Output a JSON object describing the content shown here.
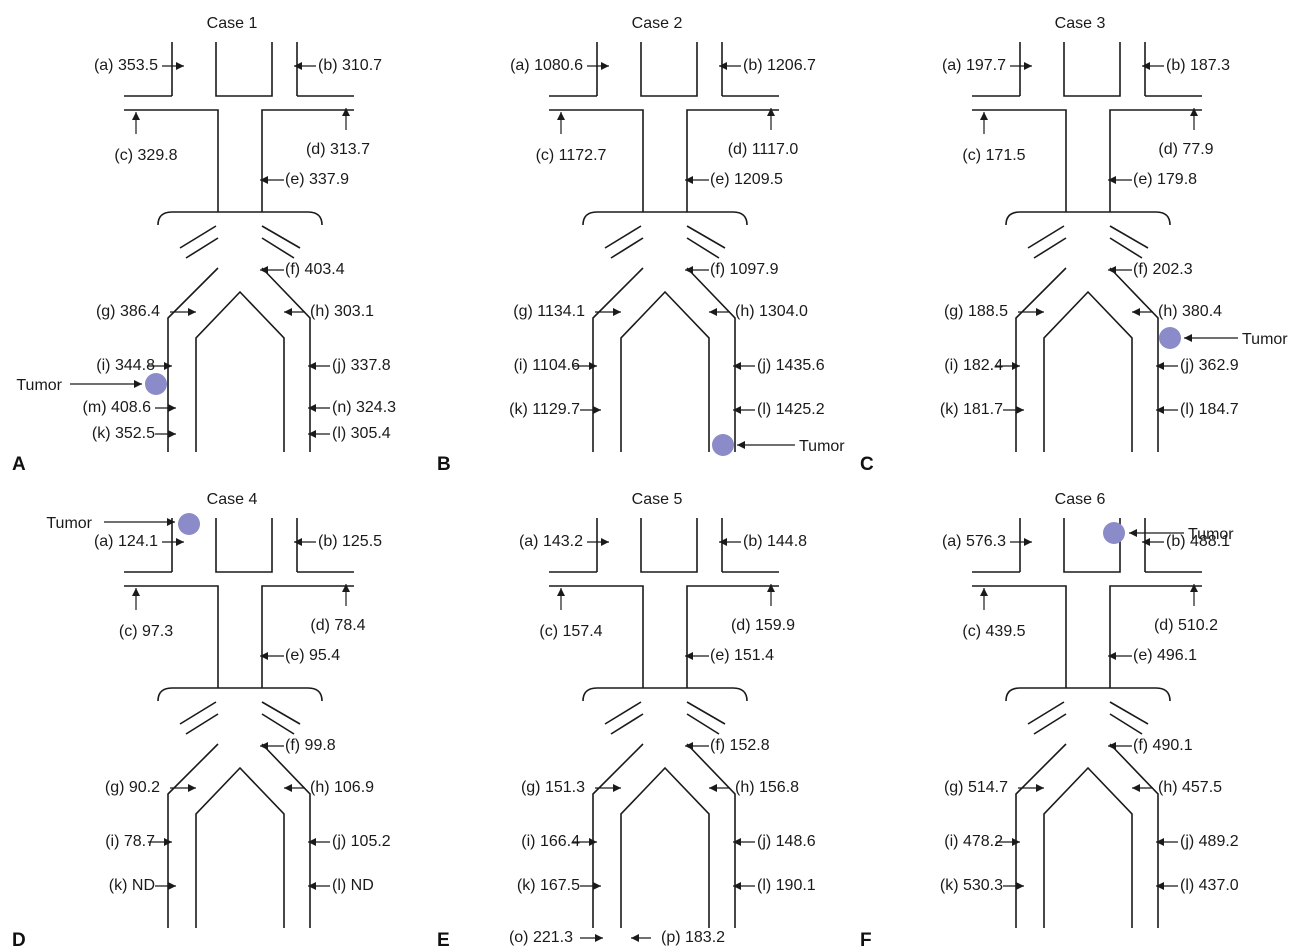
{
  "tumor_label": "Tumor",
  "tumor_color": "#8a8bc8",
  "panels": [
    {
      "letter": "A",
      "title": "Case 1",
      "tumor_at": "m-left",
      "labels": {
        "a": "(a) 353.5",
        "b": "(b) 310.7",
        "c": "(c) 329.8",
        "d": "(d) 313.7",
        "e": "(e) 337.9",
        "f": "(f) 403.4",
        "g": "(g) 386.4",
        "h": "(h) 303.1",
        "i": "(i) 344.8",
        "j": "(j) 337.8",
        "m": "(m) 408.6",
        "n": "(n) 324.3",
        "k": "(k) 352.5",
        "l": "(l) 305.4"
      }
    },
    {
      "letter": "B",
      "title": "Case 2",
      "tumor_at": "right-bottom",
      "labels": {
        "a": "(a) 1080.6",
        "b": "(b) 1206.7",
        "c": "(c) 1172.7",
        "d": "(d) 1117.0",
        "e": "(e) 1209.5",
        "f": "(f) 1097.9",
        "g": "(g) 1134.1",
        "h": "(h) 1304.0",
        "i": "(i) 1104.6",
        "j": "(j) 1435.6",
        "k": "(k) 1129.7",
        "l": "(l) 1425.2"
      }
    },
    {
      "letter": "C",
      "title": "Case 3",
      "tumor_at": "right-top",
      "labels": {
        "a": "(a) 197.7",
        "b": "(b) 187.3",
        "c": "(c) 171.5",
        "d": "(d) 77.9",
        "e": "(e) 179.8",
        "f": "(f) 202.3",
        "g": "(g) 188.5",
        "h": "(h) 380.4",
        "i": "(i) 182.4",
        "j": "(j) 362.9",
        "k": "(k) 181.7",
        "l": "(l) 184.7"
      }
    },
    {
      "letter": "D",
      "title": "Case 4",
      "tumor_at": "a-top",
      "labels": {
        "a": "(a) 124.1",
        "b": "(b) 125.5",
        "c": "(c) 97.3",
        "d": "(d) 78.4",
        "e": "(e) 95.4",
        "f": "(f) 99.8",
        "g": "(g) 90.2",
        "h": "(h) 106.9",
        "i": "(i) 78.7",
        "j": "(j) 105.2",
        "k": "(k) ND",
        "l": "(l) ND"
      }
    },
    {
      "letter": "E",
      "title": "Case 5",
      "tumor_at": "",
      "labels": {
        "a": "(a) 143.2",
        "b": "(b) 144.8",
        "c": "(c) 157.4",
        "d": "(d) 159.9",
        "e": "(e) 151.4",
        "f": "(f) 152.8",
        "g": "(g) 151.3",
        "h": "(h) 156.8",
        "i": "(i) 166.4",
        "j": "(j) 148.6",
        "k": "(k) 167.5",
        "l": "(l) 190.1",
        "o": "(o) 221.3",
        "p": "(p) 183.2"
      }
    },
    {
      "letter": "F",
      "title": "Case 6",
      "tumor_at": "b-top",
      "labels": {
        "a": "(a) 576.3",
        "b": "(b) 488.1",
        "c": "(c) 439.5",
        "d": "(d) 510.2",
        "e": "(e) 496.1",
        "f": "(f) 490.1",
        "g": "(g) 514.7",
        "h": "(h) 457.5",
        "i": "(i) 478.2",
        "j": "(j) 489.2",
        "k": "(k) 530.3",
        "l": "(l) 437.0"
      }
    }
  ]
}
